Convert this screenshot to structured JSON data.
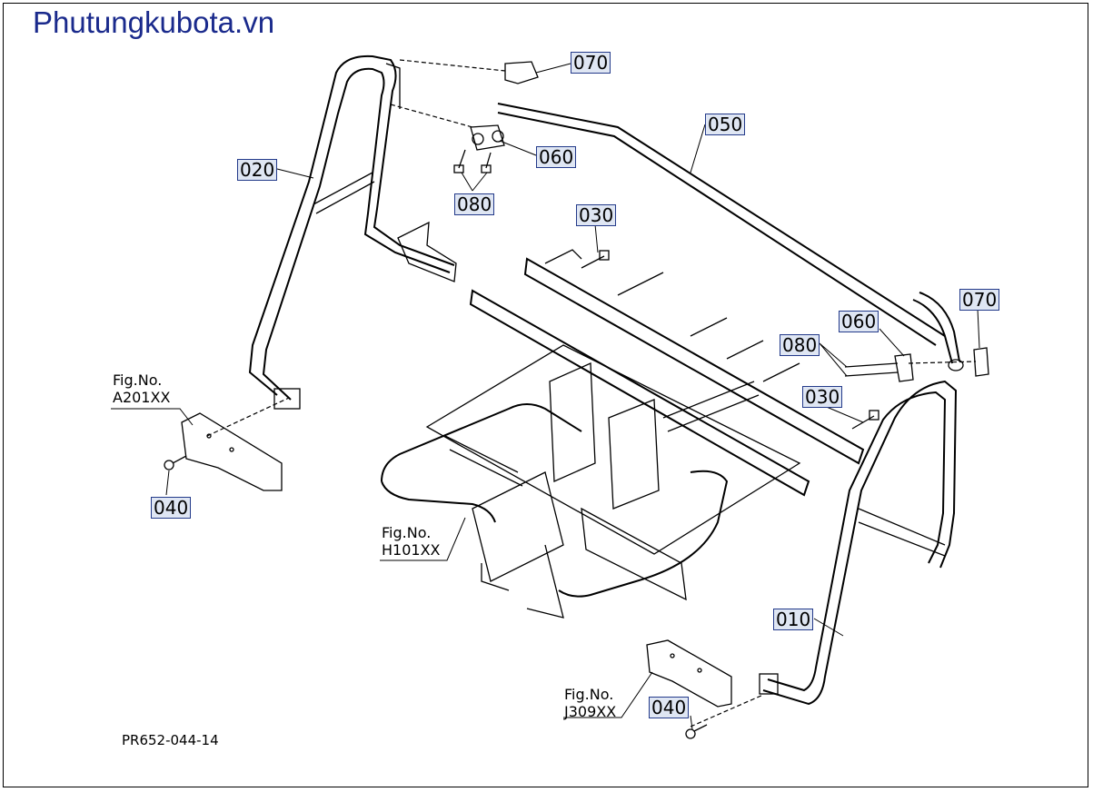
{
  "watermark": "Phutungkubota.vn",
  "diagram_code": "PR652-044-14",
  "parts": {
    "p070_top": "070",
    "p050": "050",
    "p060_top": "060",
    "p080_top": "080",
    "p020": "020",
    "p030_top": "030",
    "p060_right": "060",
    "p070_right": "070",
    "p080_right": "080",
    "p030_right": "030",
    "p040_left": "040",
    "p010": "010",
    "p040_bottom": "040"
  },
  "figs": {
    "a": {
      "line1": "Fig.No.",
      "line2": "A201XX"
    },
    "h": {
      "line1": "Fig.No.",
      "line2": "H101XX"
    },
    "j": {
      "line1": "Fig.No.",
      "line2": "J309XX"
    }
  }
}
